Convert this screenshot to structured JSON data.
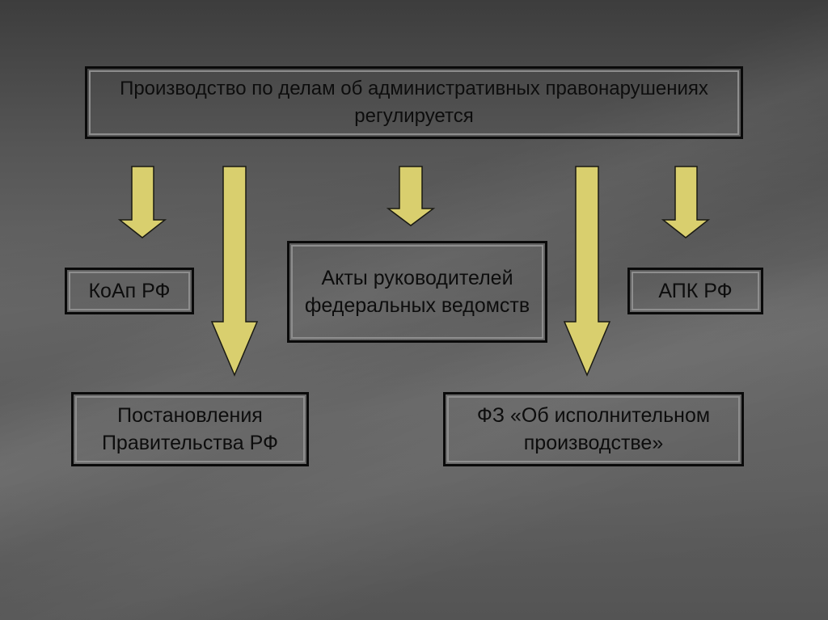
{
  "diagram": {
    "title": "Производство по делам об административных правонарушениях регулируется",
    "sources": [
      {
        "id": "koap",
        "label": "КоАп РФ"
      },
      {
        "id": "postanov",
        "label": "Постановления Правительства РФ"
      },
      {
        "id": "acts",
        "label": "Акты руководителей федеральных ведомств"
      },
      {
        "id": "fz",
        "label": "ФЗ «Об исполнительном производстве»"
      },
      {
        "id": "apk",
        "label": "АПК РФ"
      }
    ]
  },
  "colors": {
    "arrow_fill": "#d9cf6e",
    "arrow_stroke": "#1a1a14",
    "box_border": "#0a0a0a",
    "text": "#0d0d0d"
  }
}
